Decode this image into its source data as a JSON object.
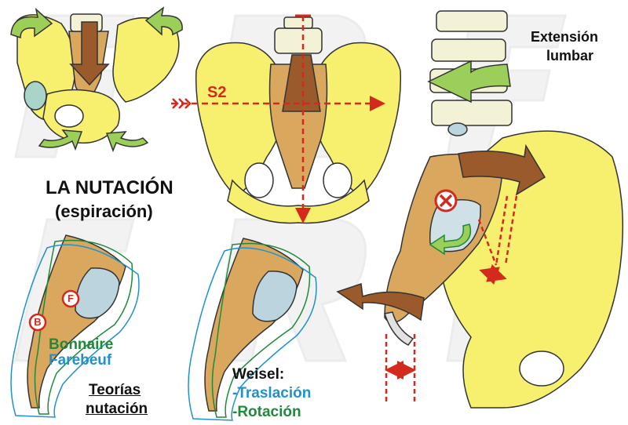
{
  "title": "LA NUTACIÓN",
  "subtitle": "(espiración)",
  "lumbar_label": {
    "line1": "Extensión",
    "line2": "lumbar"
  },
  "s2_label": "S2",
  "theories": {
    "bonnaire": "Bonnaire",
    "farebeuf": "Farebeuf",
    "heading_line1": "Teorías",
    "heading_line2": "nutación"
  },
  "weisel": {
    "heading": "Weisel:",
    "translation": "-Traslación",
    "rotation": "-Rotación"
  },
  "markers": {
    "f": "F",
    "b": "B"
  },
  "watermark": "FRF",
  "colors": {
    "bone": "#f7ef6e",
    "sacrum": "#d9a85e",
    "arrow_brown": "#9a5a2c",
    "arrow_green": "#9ccf5a",
    "red": "#d42a1e",
    "green_outline": "#1e8a3a",
    "blue_outline": "#1f93c9",
    "disc": "#cfe0e6"
  }
}
